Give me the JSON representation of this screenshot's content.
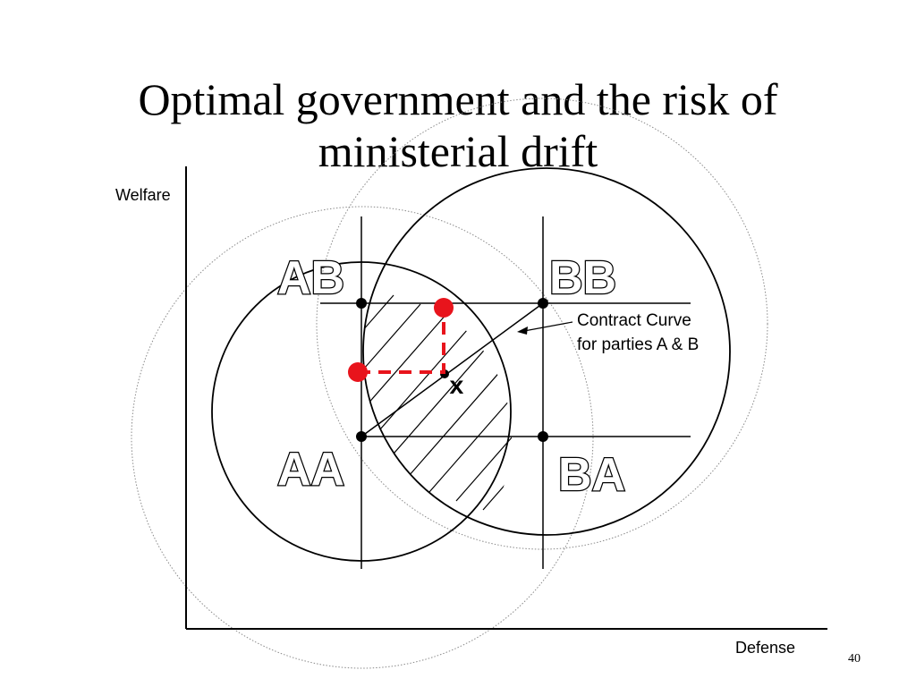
{
  "slide": {
    "title_line1": "Optimal government and the risk of",
    "title_line2": "ministerial drift",
    "page_number": "40"
  },
  "diagram": {
    "y_axis_label": "Welfare",
    "x_axis_label": "Defense",
    "points": {
      "AB": "AB",
      "BB": "BB",
      "AA": "AA",
      "BA": "BA",
      "X": "x"
    },
    "contract_curve_label_line1": "Contract Curve",
    "contract_curve_label_line2": "for parties A & B",
    "colors": {
      "ink": "#000000",
      "drift_marker": "#e8141c",
      "dotted_circle": "#8a8a8a"
    }
  }
}
